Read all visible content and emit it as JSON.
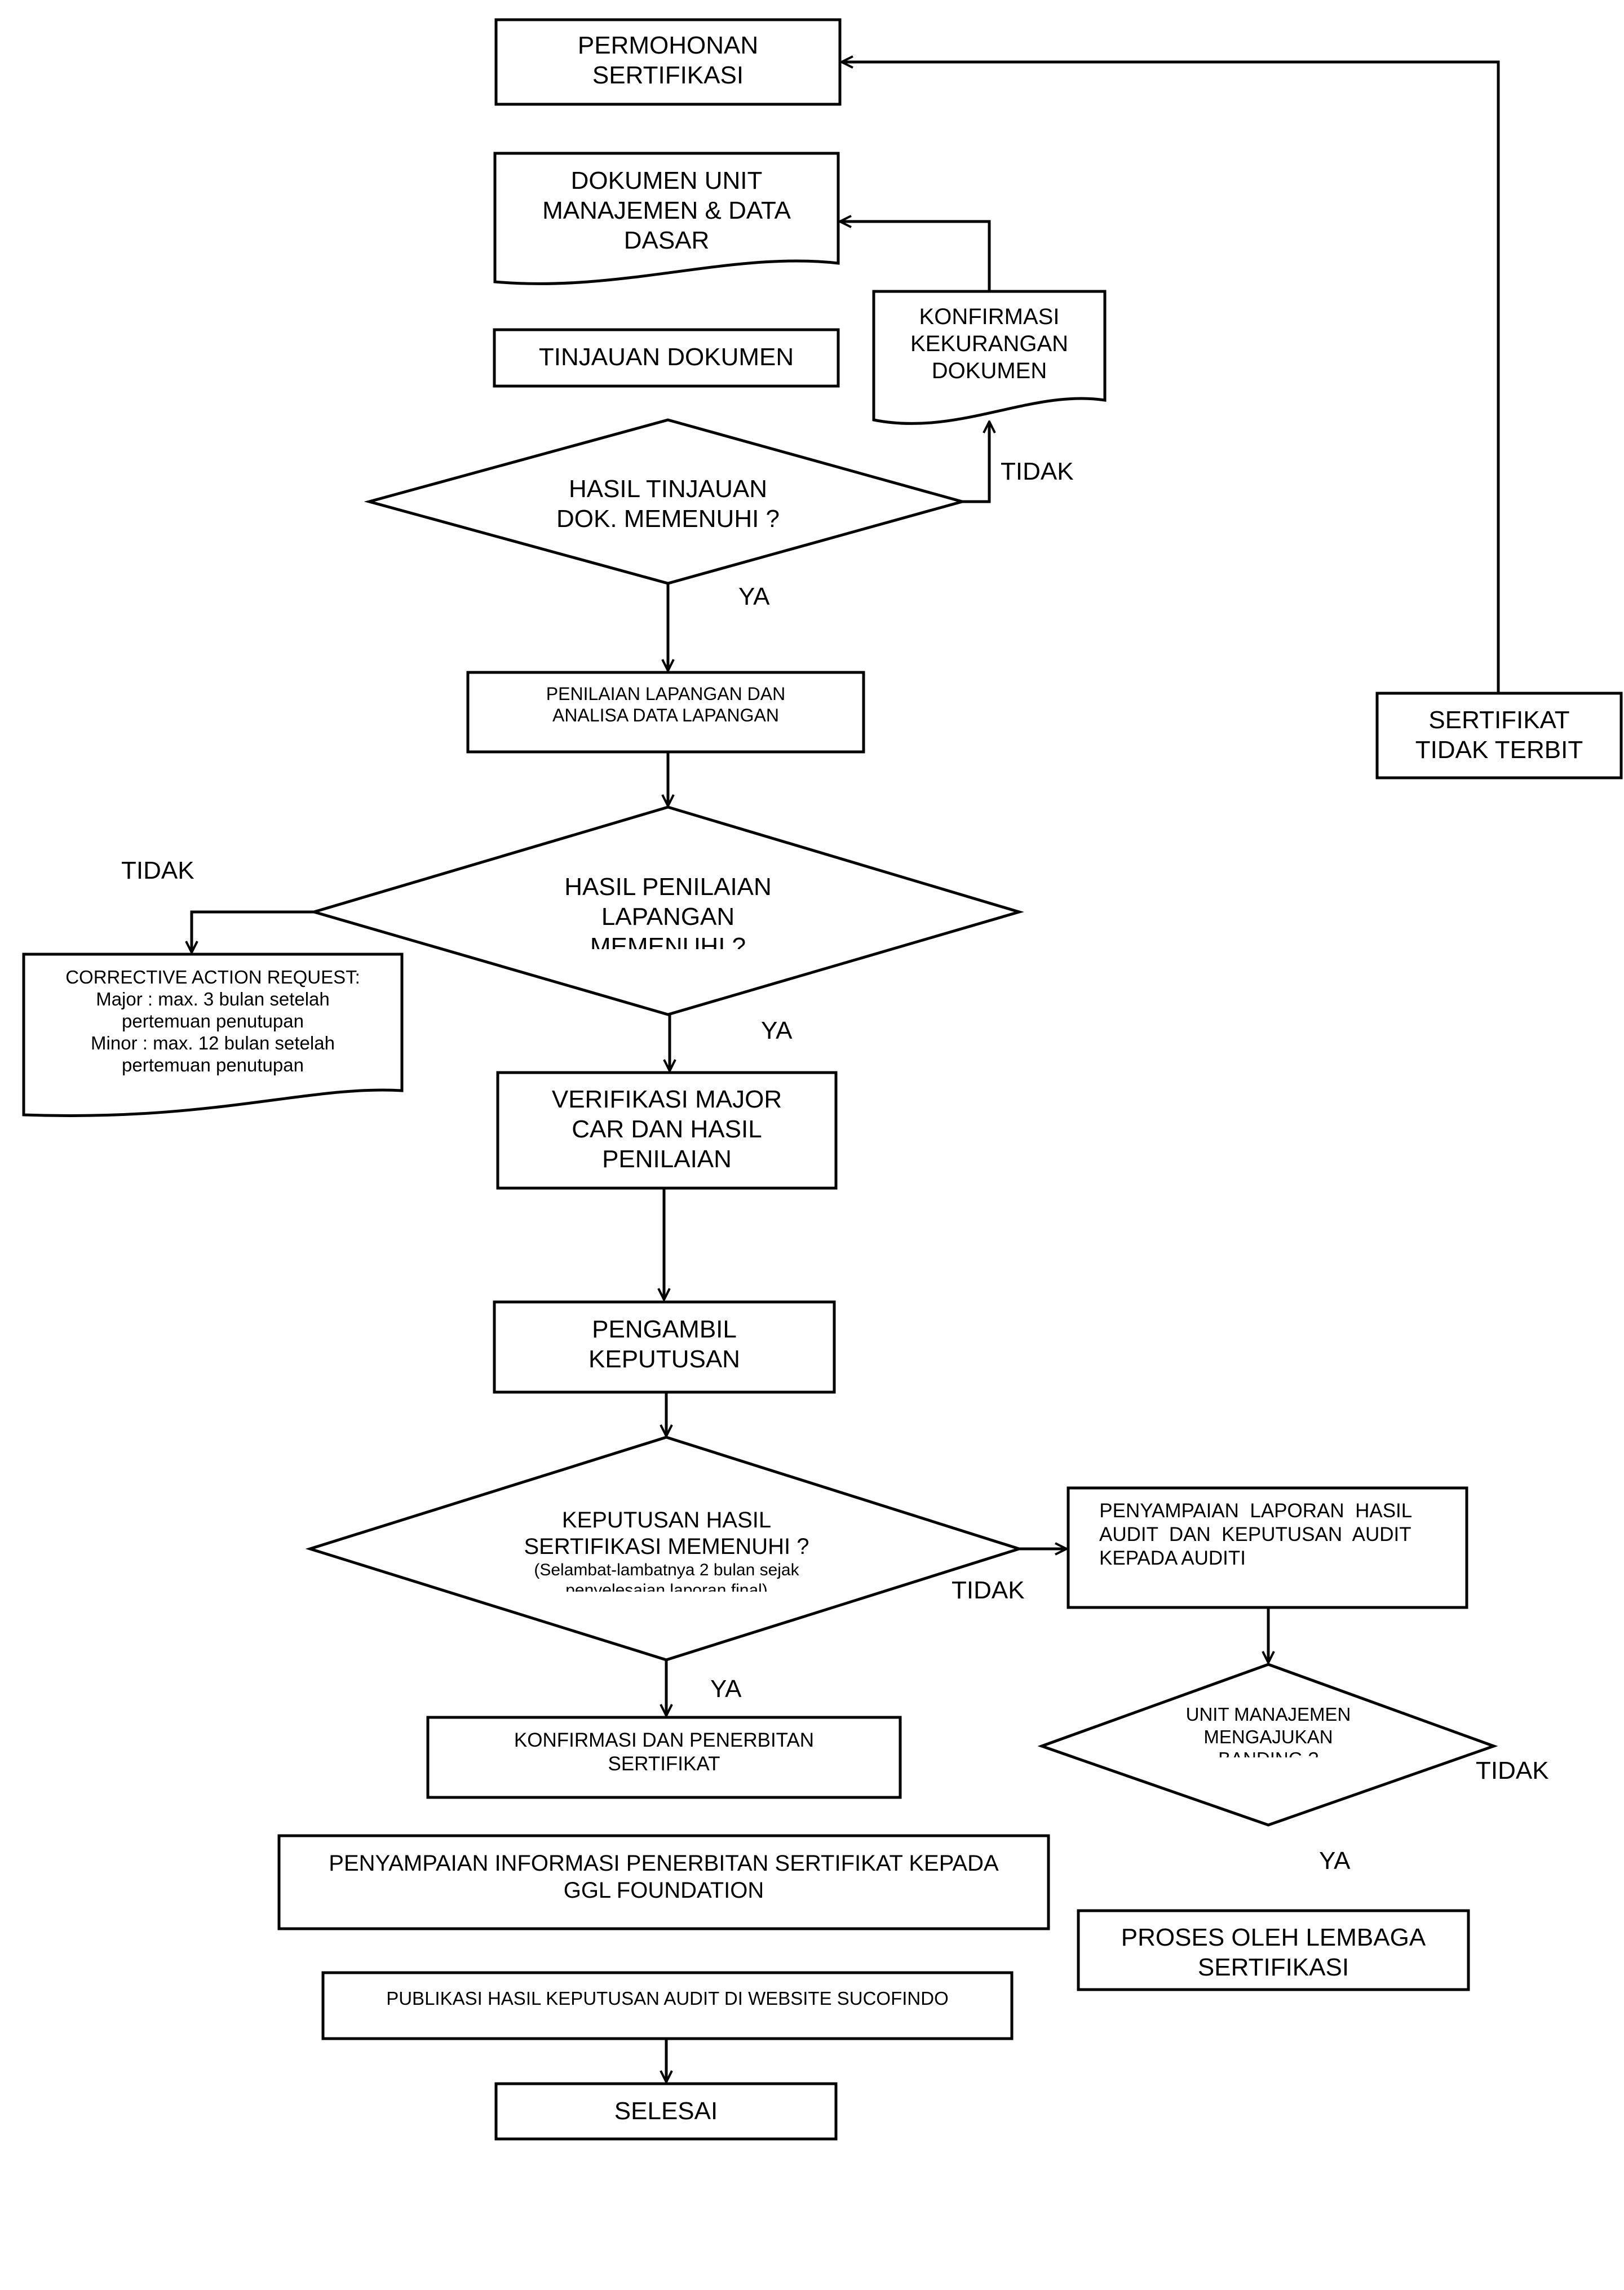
{
  "nodes": {
    "permohonan": [
      "PERMOHONAN",
      "SERTIFIKASI"
    ],
    "dokumen_unit": [
      "DOKUMEN UNIT",
      "MANAJEMEN & DATA",
      "DASAR"
    ],
    "tinjauan_dokumen": [
      "TINJAUAN DOKUMEN"
    ],
    "konfirmasi_kekurangan": [
      "KONFIRMASI",
      "KEKURANGAN",
      "DOKUMEN"
    ],
    "hasil_tinjauan": [
      "HASIL TINJAUAN",
      "DOK. MEMENUHI ?"
    ],
    "penilaian_lapangan": [
      "PENILAIAN LAPANGAN DAN",
      "ANALISA DATA LAPANGAN"
    ],
    "hasil_penilaian": [
      "HASIL PENILAIAN",
      "LAPANGAN",
      "MEMENUHI ?"
    ],
    "car": [
      "CORRECTIVE ACTION REQUEST:",
      "Major : max. 3 bulan setelah",
      "pertemuan penutupan",
      "Minor : max. 12 bulan setelah",
      "pertemuan penutupan"
    ],
    "verifikasi": [
      "VERIFIKASI MAJOR",
      "CAR  DAN HASIL",
      "PENILAIAN"
    ],
    "pengambil": [
      "PENGAMBIL",
      "KEPUTUSAN"
    ],
    "keputusan_hasil": [
      "KEPUTUSAN HASIL",
      "SERTIFIKASI MEMENUHI ?"
    ],
    "keputusan_note": [
      "(Selambat-lambatnya 2 bulan sejak",
      "penyelesaian laporan final)"
    ],
    "penyampaian_laporan": [
      "PENYAMPAIAN  LAPORAN  HASIL",
      "AUDIT  DAN  KEPUTUSAN  AUDIT",
      "KEPADA AUDITI"
    ],
    "bullet": "•",
    "unit_banding": [
      "UNIT MANAJEMEN",
      "MENGAJUKAN",
      "BANDING ?"
    ],
    "konfirmasi_penerbitan": [
      "KONFIRMASI DAN PENERBITAN",
      "SERTIFIKAT"
    ],
    "penyampaian_ggl": [
      "PENYAMPAIAN INFORMASI PENERBITAN SERTIFIKAT KEPADA",
      "GGL FOUNDATION"
    ],
    "publikasi": [
      "PUBLIKASI HASIL KEPUTUSAN AUDIT DI WEBSITE SUCOFINDO"
    ],
    "proses_lembaga": [
      "PROSES OLEH LEMBAGA",
      "SERTIFIKASI"
    ],
    "selesai": [
      "SELESAI"
    ],
    "tidak_terbit": [
      "SERTIFIKAT",
      "TIDAK TERBIT"
    ]
  },
  "labels": {
    "tidak_1": "TIDAK",
    "ya_1": "YA",
    "tidak_2": "TIDAK",
    "ya_2": "YA",
    "tidak_3": "TIDAK",
    "ya_3": "YA",
    "tidak_4": "TIDAK",
    "ya_4": "YA"
  }
}
